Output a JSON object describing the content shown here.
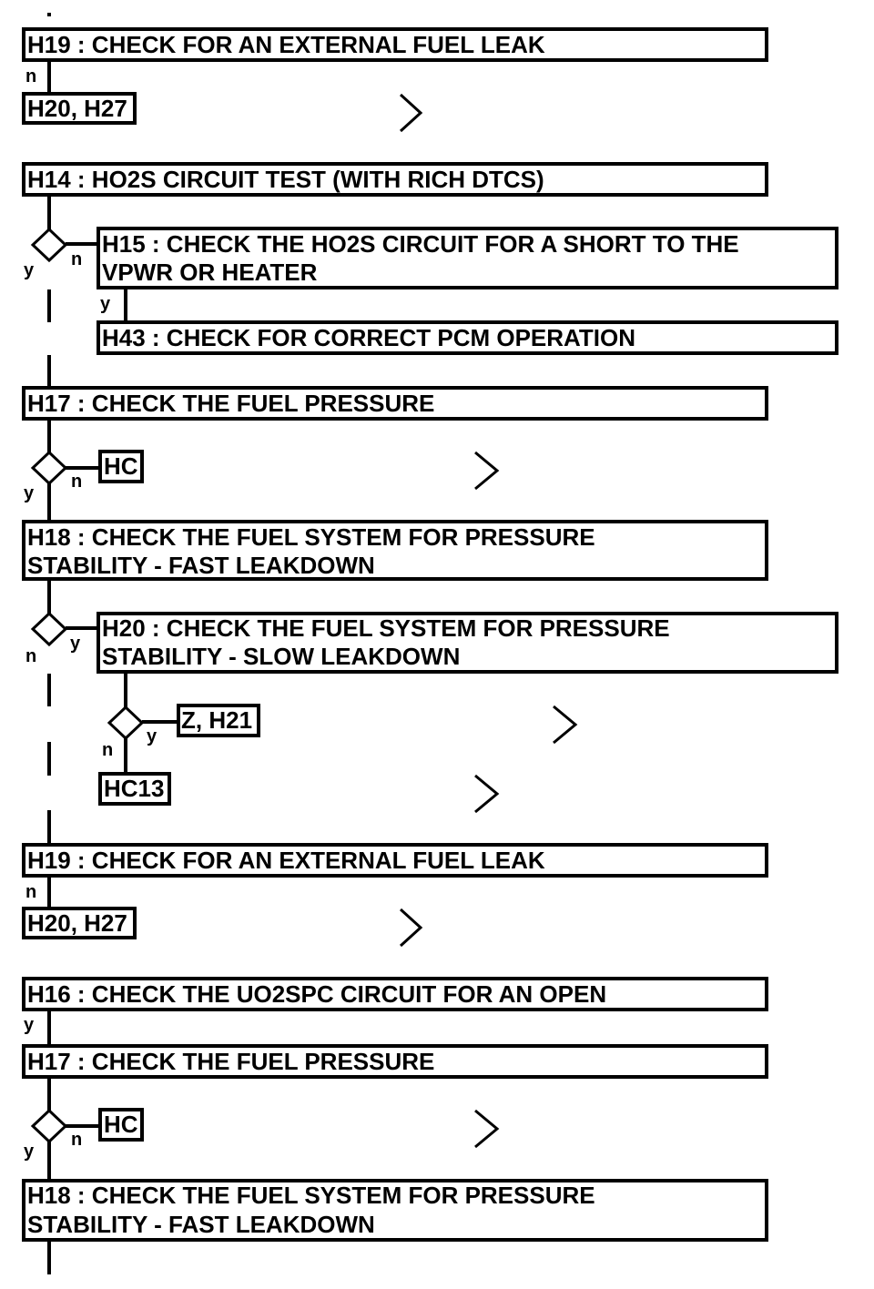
{
  "steps": {
    "h19_a": "H19 : CHECK FOR AN EXTERNAL FUEL LEAK",
    "ref_a": "H20, H27",
    "h14": "H14 : HO2S CIRCUIT TEST (WITH RICH DTCS)",
    "h15_line1": "H15 : CHECK THE HO2S CIRCUIT FOR A SHORT TO THE",
    "h15_line2": "VPWR OR HEATER",
    "h43": "H43 : CHECK FOR CORRECT PCM OPERATION",
    "h17_a": "H17 : CHECK THE FUEL PRESSURE",
    "hc_a": "HC",
    "h18_a_line1": "H18 : CHECK THE FUEL SYSTEM FOR PRESSURE",
    "h18_a_line2": "STABILITY - FAST LEAKDOWN",
    "h20_line1": "H20 : CHECK THE FUEL SYSTEM FOR PRESSURE",
    "h20_line2": "STABILITY - SLOW LEAKDOWN",
    "ref_z": "Z, H21",
    "hc13": "HC13",
    "h19_b": "H19 : CHECK FOR AN EXTERNAL FUEL LEAK",
    "ref_b": "H20, H27",
    "h16": "H16 : CHECK THE UO2SPC CIRCUIT FOR AN OPEN",
    "h17_b": "H17 : CHECK THE FUEL PRESSURE",
    "hc_b": "HC",
    "h18_b_line1": "H18 : CHECK THE FUEL SYSTEM FOR PRESSURE",
    "h18_b_line2": "STABILITY - FAST LEAKDOWN"
  },
  "branch_labels": {
    "n": "n",
    "y": "y"
  }
}
